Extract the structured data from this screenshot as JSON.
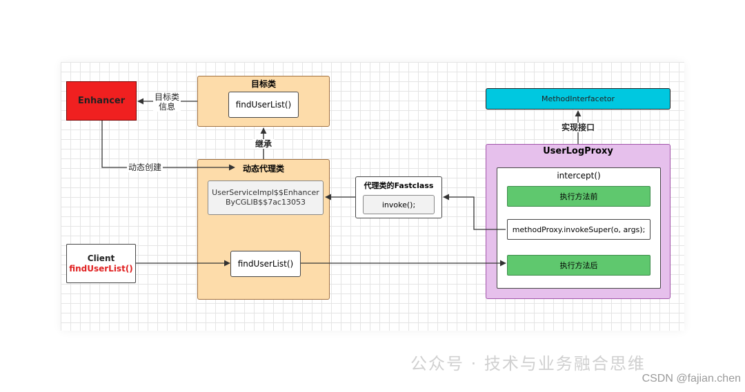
{
  "diagram": {
    "enhancer": "Enhancer",
    "target_class": {
      "title": "目标类",
      "method": "findUserList()"
    },
    "target_info_label_1": "目标类",
    "target_info_label_2": "信息",
    "inherit_label": "继承",
    "dynamic_create_label": "动态创建",
    "proxy_class": {
      "title": "动态代理类",
      "impl_line1": "UserServiceImpl$$Enhancer",
      "impl_line2": "ByCGLIB$$7ac13053",
      "method": "findUserList()"
    },
    "client": {
      "name": "Client",
      "call": "findUserList()"
    },
    "fastclass": {
      "title": "代理类的Fastclass",
      "method": "invoke();"
    },
    "method_interceptor": "MethodInterfacetor",
    "implements_label": "实现接口",
    "user_log_proxy": {
      "title": "UserLogProxy",
      "intercept": "intercept()",
      "before": "执行方法前",
      "invoke_super": "methodProxy.invokeSuper(o, args);",
      "after": "执行方法后"
    }
  },
  "watermark": "公众号 · 技术与业务融合思维",
  "credit": "CSDN @fajian.chen",
  "colors": {
    "enhancer_fill": "#f02020",
    "class_fill": "#fddcaa",
    "class_border": "#a07040",
    "interceptor_fill": "#00c8e0",
    "proxy_fill": "#e6c0ec",
    "proxy_border": "#a050a8",
    "step_fill": "#5fc86e",
    "step_border": "#3a8a48",
    "client_call": "#e02020"
  }
}
